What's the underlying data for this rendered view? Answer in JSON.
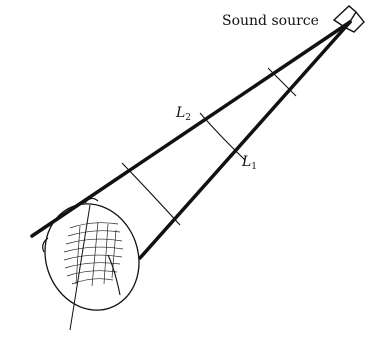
{
  "labels": {
    "source": "Sound source",
    "l2_main": "L",
    "l2_sub": "2",
    "l1_main": "L",
    "l1_sub": "1"
  },
  "icons": {
    "speaker": "speaker-icon",
    "head": "head-icon"
  },
  "colors": {
    "ink": "#111111",
    "background": "#ffffff"
  }
}
